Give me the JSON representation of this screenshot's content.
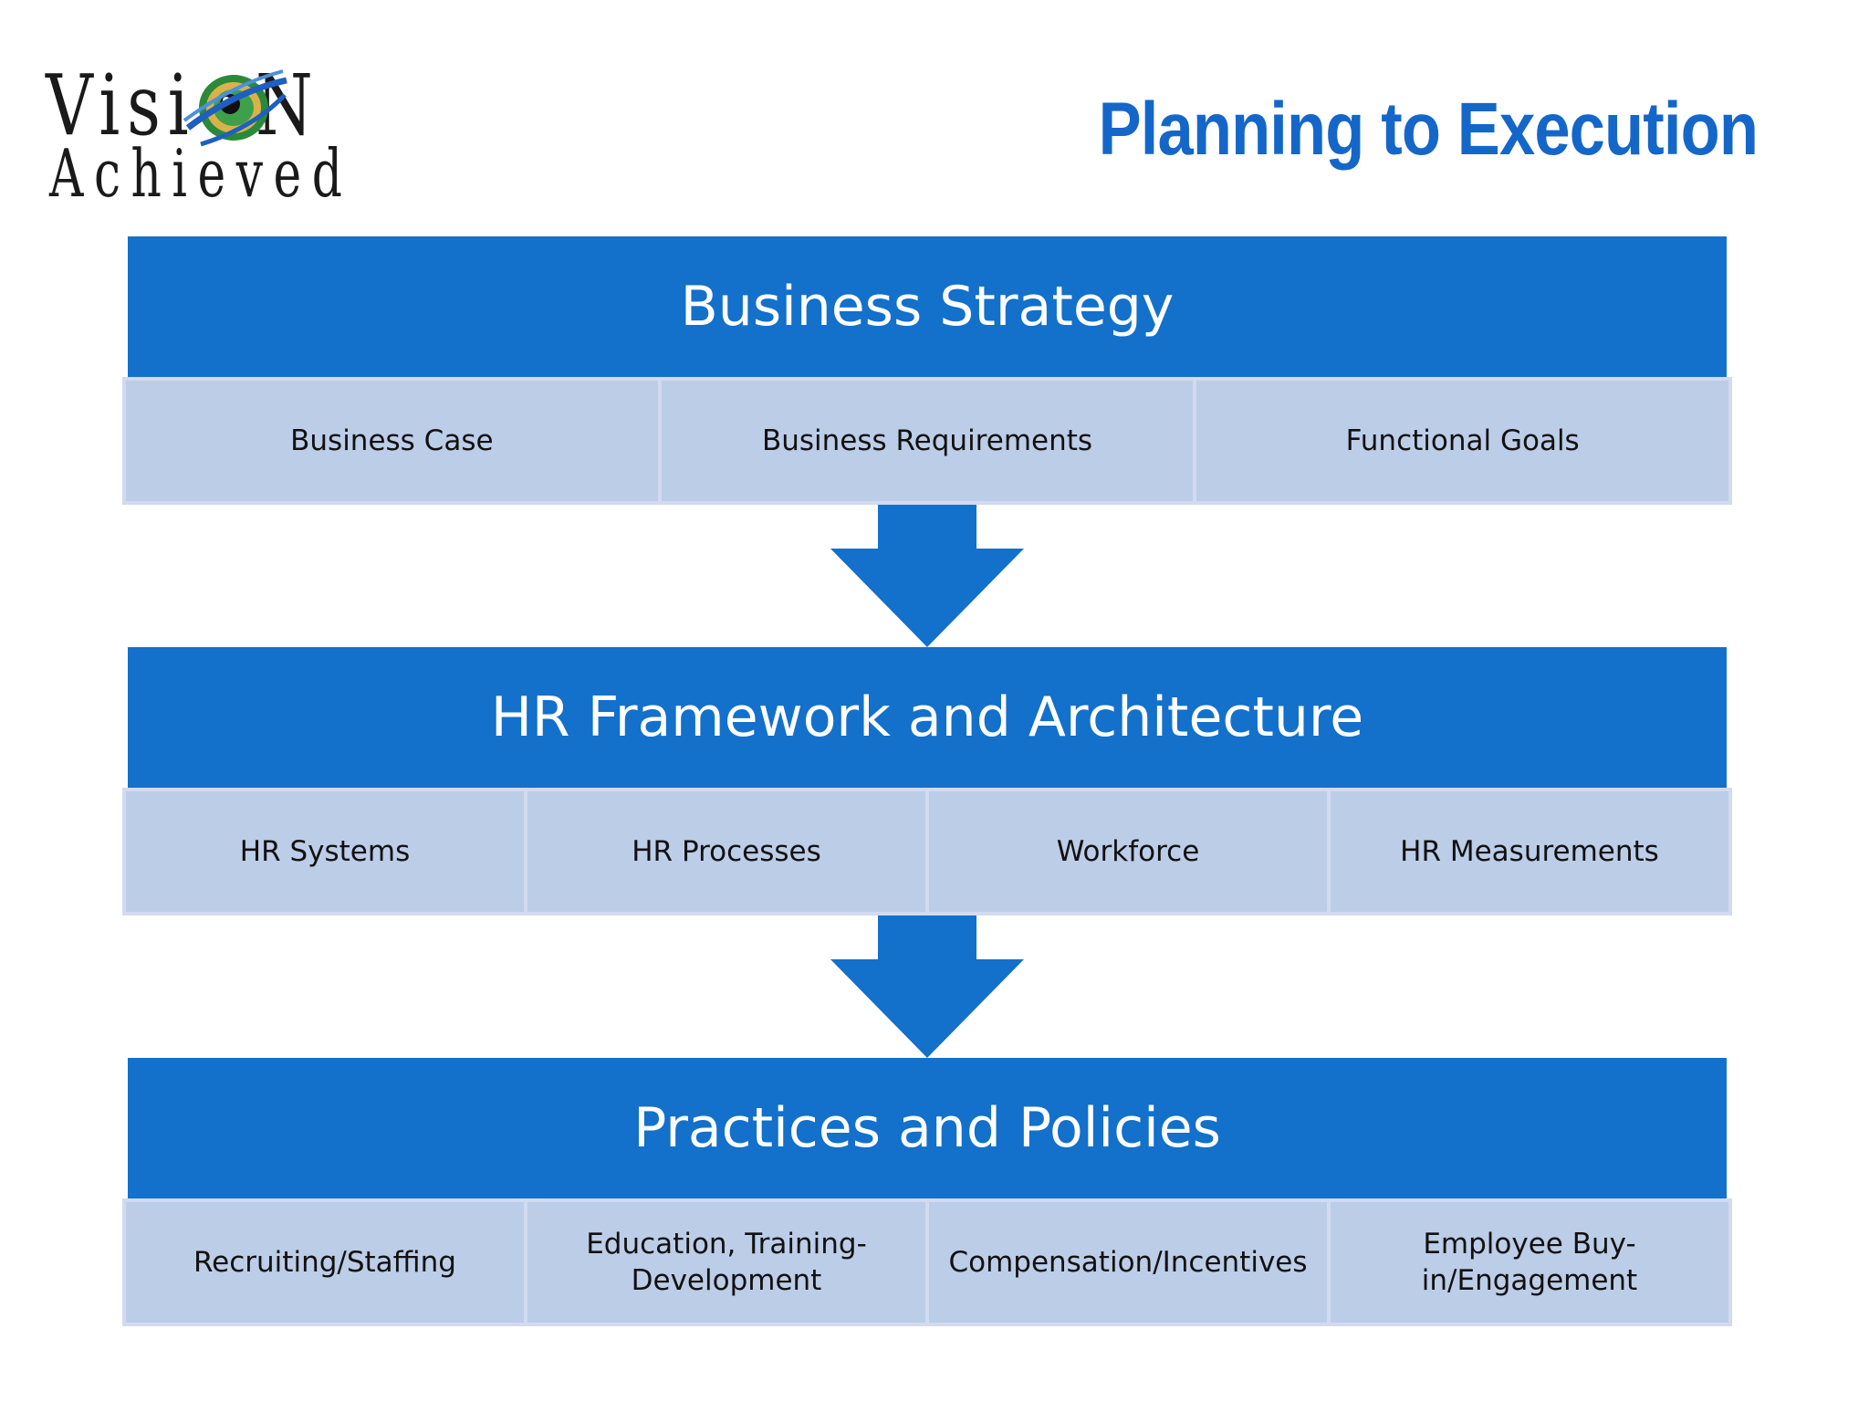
{
  "logo": {
    "line1_prefix": "Visi",
    "line1_suffix": "N",
    "line2": "Achieved"
  },
  "title": "Planning to Execution",
  "colors": {
    "banner": "#1370cb",
    "cell": "#bccde8",
    "title": "#1467c9"
  },
  "sections": [
    {
      "heading": "Business Strategy",
      "items": [
        "Business Case",
        "Business Requirements",
        "Functional Goals"
      ]
    },
    {
      "heading": "HR Framework and Architecture",
      "items": [
        "HR Systems",
        "HR Processes",
        "Workforce",
        "HR Measurements"
      ]
    },
    {
      "heading": "Practices and Policies",
      "items": [
        "Recruiting/Staffing",
        "Education, Training-\nDevelopment",
        "Compensation/Incentives",
        "Employee  Buy-\nin/Engagement"
      ]
    }
  ]
}
